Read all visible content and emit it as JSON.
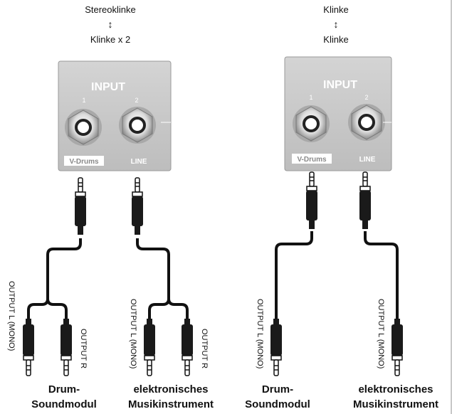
{
  "left": {
    "top_label_1": "Stereoklinke",
    "arrow": "↕",
    "top_label_2": "Klinke x 2",
    "panel": {
      "title": "INPUT",
      "port1_num": "1",
      "port2_num": "2",
      "port1_label": "V-Drums",
      "port2_label": "LINE"
    },
    "plug_labels": {
      "a_left": "OUTPUT L (MONO)",
      "a_right": "OUTPUT R",
      "b_left": "OUTPUT L (MONO)",
      "b_right": "OUTPUT R"
    },
    "device_1": [
      "Drum-",
      "Soundmodul"
    ],
    "device_2": [
      "elektronisches",
      "Musikinstrument"
    ]
  },
  "right": {
    "top_label_1": "Klinke",
    "arrow": "↕",
    "top_label_2": "Klinke",
    "panel": {
      "title": "INPUT",
      "port1_num": "1",
      "port2_num": "2",
      "port1_label": "V-Drums",
      "port2_label": "LINE"
    },
    "plug_labels": {
      "a": "OUTPUT L (MONO)",
      "b": "OUTPUT L (MONO)"
    },
    "device_1": [
      "Drum-",
      "Soundmodul"
    ],
    "device_2": [
      "elektronisches",
      "Musikinstrument"
    ]
  },
  "colors": {
    "panel": "#c9c9c9",
    "cable": "#111111",
    "plug_metal": "#d8d8d8"
  }
}
